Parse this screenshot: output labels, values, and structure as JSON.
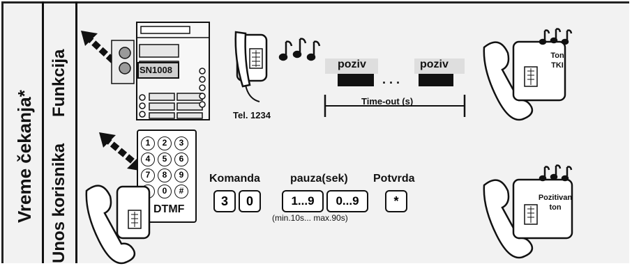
{
  "left_label": "Vreme čekanja*",
  "row_labels": {
    "top": "Funkcija",
    "bottom": "Unos korisnika"
  },
  "panel_label": "SN1008",
  "phone_label": "Tel. 1234",
  "call_label_1": "poziv",
  "call_label_2": "poziv",
  "dots": ". . .",
  "timeout_label": "Time-out (s)",
  "tone_top": {
    "line1": "Ton",
    "line2": "TKI"
  },
  "tone_bottom": {
    "line1": "Pozitivan",
    "line2": "ton"
  },
  "dtmf_label": "DTMF",
  "keypad": [
    "1",
    "2",
    "3",
    "4",
    "5",
    "6",
    "7",
    "8",
    "9",
    "*",
    "0",
    "#"
  ],
  "command": {
    "label": "Komanda",
    "keys": [
      "3",
      "0"
    ]
  },
  "pause": {
    "label": "pauza(sek)",
    "keys": [
      "1...9",
      "0...9"
    ],
    "note": "(min.10s... max.90s)"
  },
  "confirm": {
    "label": "Potvrda",
    "key": "*"
  },
  "colors": {
    "background": "#f2f2f2",
    "ink": "#111111",
    "panel": "#cfcfcf"
  },
  "icons": [
    "arrow-icon",
    "handset-icon",
    "music-notes-icon",
    "desk-phone-icon",
    "door-panel-icon",
    "keypad-icon"
  ]
}
